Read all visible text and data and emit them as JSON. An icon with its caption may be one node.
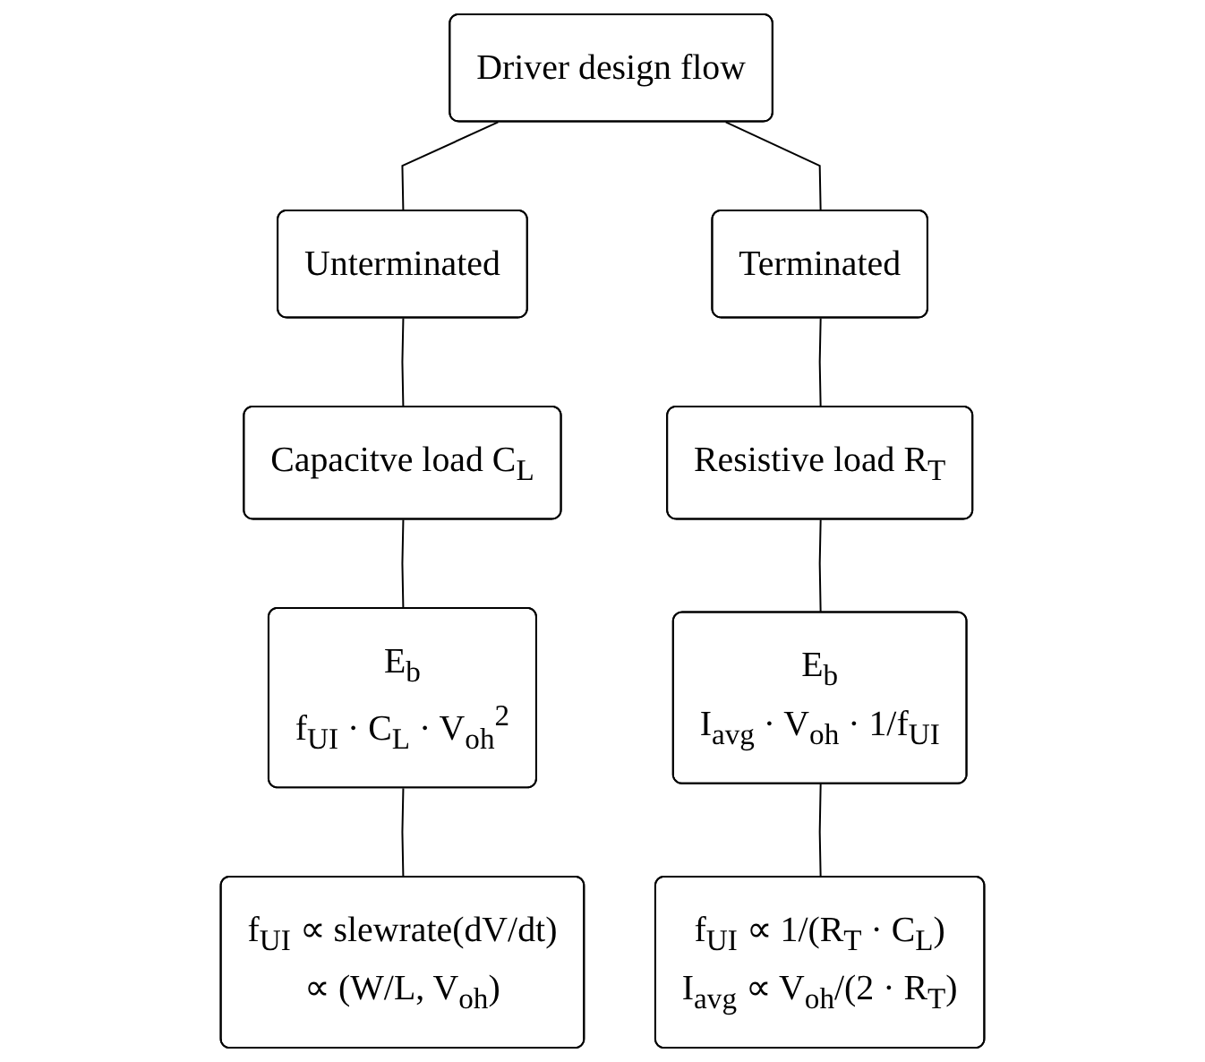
{
  "diagram": {
    "nodes": [
      {
        "text": [
          "Driver design flow"
        ]
      },
      {
        "text": [
          "Unterminated"
        ]
      },
      {
        "text": [
          "Terminated"
        ]
      },
      {
        "text": [
          "Capacitve load C$_{L}$"
        ]
      },
      {
        "text": [
          "Resistive load R$_{T}$"
        ]
      },
      {
        "text": [
          "E$_{b}$",
          "f$_{UI}$ · C$_{L}$ · V$_{oh}$$^{2}$"
        ]
      },
      {
        "text": [
          "E$_{b}$",
          "I$_{avg}$ · V$_{oh}$ · 1/f$_{UI}$"
        ]
      },
      {
        "text": [
          "f$_{UI}$ ∝ slewrate(dV/dt)",
          "∝ (W/L, V$_{oh}$)"
        ]
      },
      {
        "text": [
          "f$_{UI}$ ∝ 1/(R$_{T}$ · C$_{L}$)",
          "I$_{avg}$ ∝ V$_{oh}$/(2 · R$_{T}$)"
        ]
      }
    ],
    "edges": [
      {
        "from": 0,
        "to": 1,
        "arrow": "none"
      },
      {
        "from": 0,
        "to": 2,
        "arrow": "none"
      },
      {
        "from": 1,
        "to": 3,
        "arrow": "none"
      },
      {
        "from": 3,
        "to": 5,
        "arrow": "none"
      },
      {
        "from": 5,
        "to": 7,
        "arrow": "none"
      },
      {
        "from": 2,
        "to": 4,
        "arrow": "none"
      },
      {
        "from": 4,
        "to": 6,
        "arrow": "none"
      },
      {
        "from": 6,
        "to": 8,
        "arrow": "none"
      }
    ]
  }
}
